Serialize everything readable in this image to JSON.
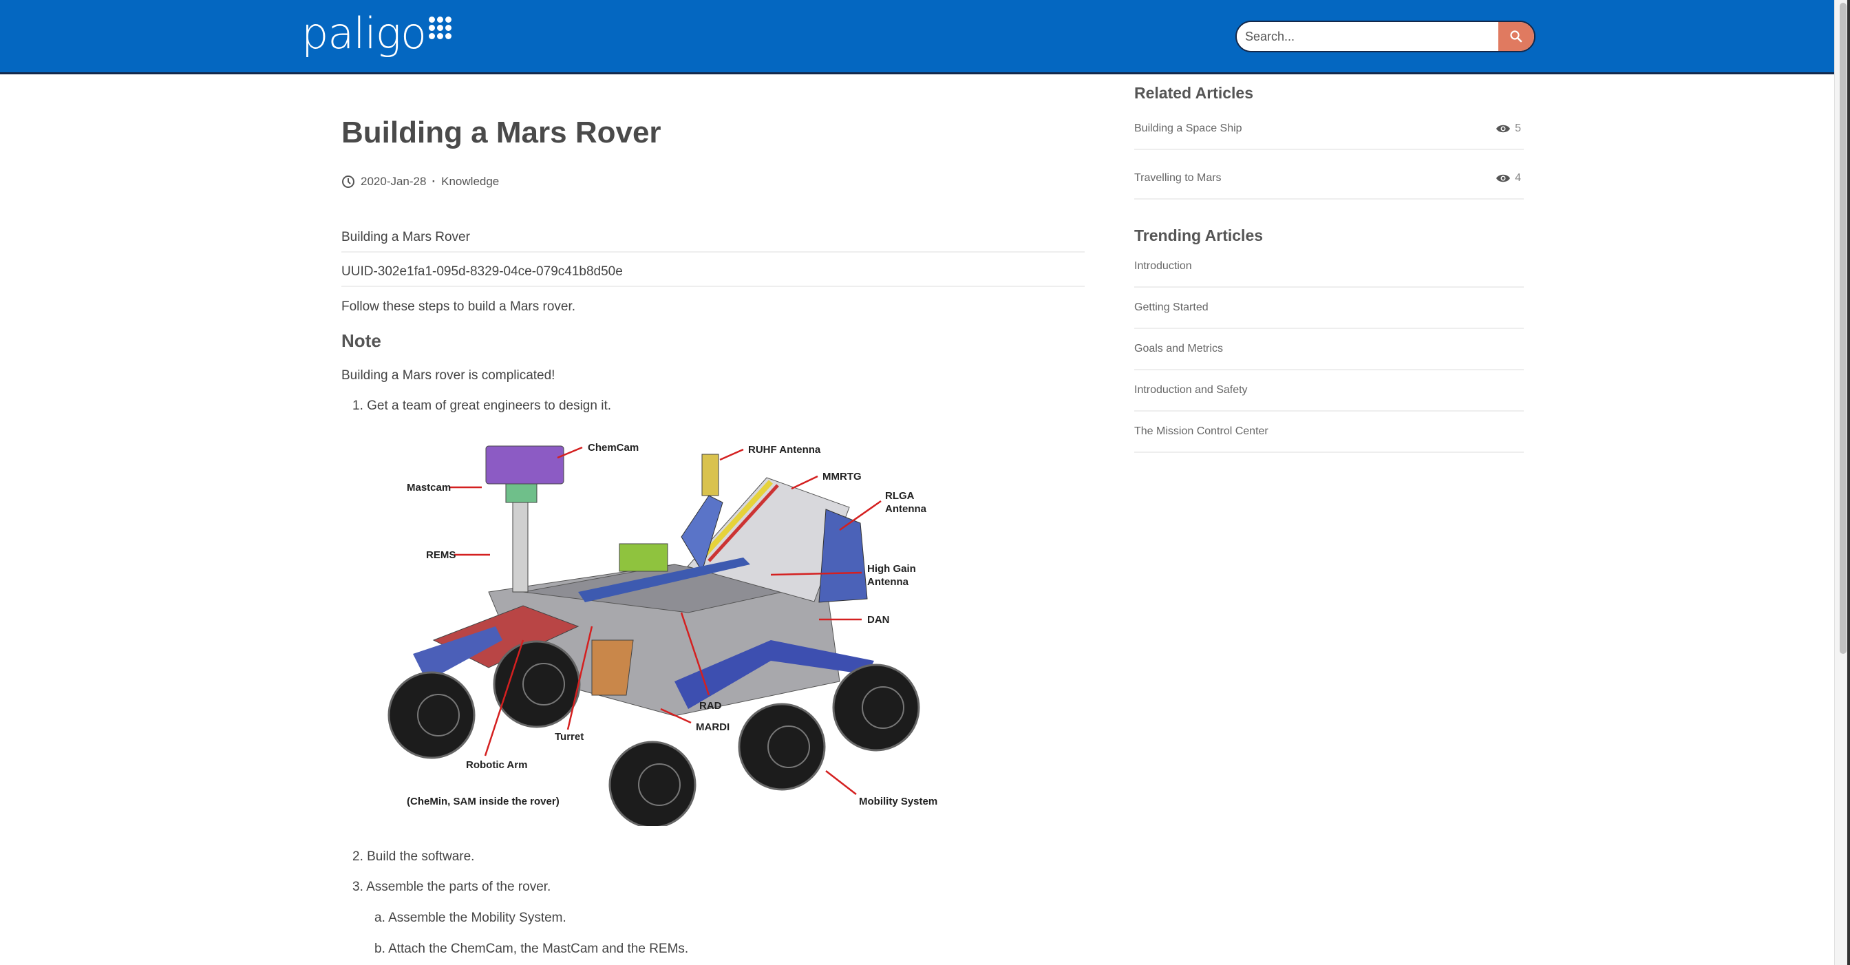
{
  "header": {
    "logo": "paligo",
    "search_placeholder": "Search...",
    "search_icon": "search-icon",
    "accent": "#0467c1",
    "button_color": "#e07a60"
  },
  "article": {
    "title": "Building a Mars Rover",
    "date": "2020-Jan-28",
    "category": "Knowledge",
    "subtitle": "Building a Mars Rover",
    "uuid": "UUID-302e1fa1-095d-8329-04ce-079c41b8d50e",
    "intro": "Follow these steps to build a Mars rover.",
    "note_heading": "Note",
    "note_text": "Building a Mars rover is complicated!",
    "steps": [
      "1. Get a team of great engineers to design it.",
      "2. Build the software.",
      "3. Assemble the parts of the rover.",
      "a. Assemble the Mobility System.",
      "b. Attach the ChemCam, the MastCam and the REMs."
    ],
    "figure_labels": {
      "chemcam": "ChemCam",
      "ruhf1": "RUHF Antenna",
      "mmrtg": "MMRTG",
      "rlga1": "RLGA",
      "rlga2": "Antenna",
      "mastcam": "Mastcam",
      "rems": "REMS",
      "hga1": "High Gain",
      "hga2": "Antenna",
      "dan": "DAN",
      "rad": "RAD",
      "mardi": "MARDI",
      "turret": "Turret",
      "arm": "Robotic Arm",
      "chemin": "(CheMin, SAM inside the rover)",
      "mobility": "Mobility System"
    }
  },
  "sidebar": {
    "related_heading": "Related Articles",
    "related": [
      {
        "title": "Building a Space Ship",
        "views": "5"
      },
      {
        "title": "Travelling to Mars",
        "views": "4"
      }
    ],
    "trending_heading": "Trending Articles",
    "trending": [
      "Introduction",
      "Getting Started",
      "Goals and Metrics",
      "Introduction and Safety",
      "The Mission Control Center"
    ]
  }
}
